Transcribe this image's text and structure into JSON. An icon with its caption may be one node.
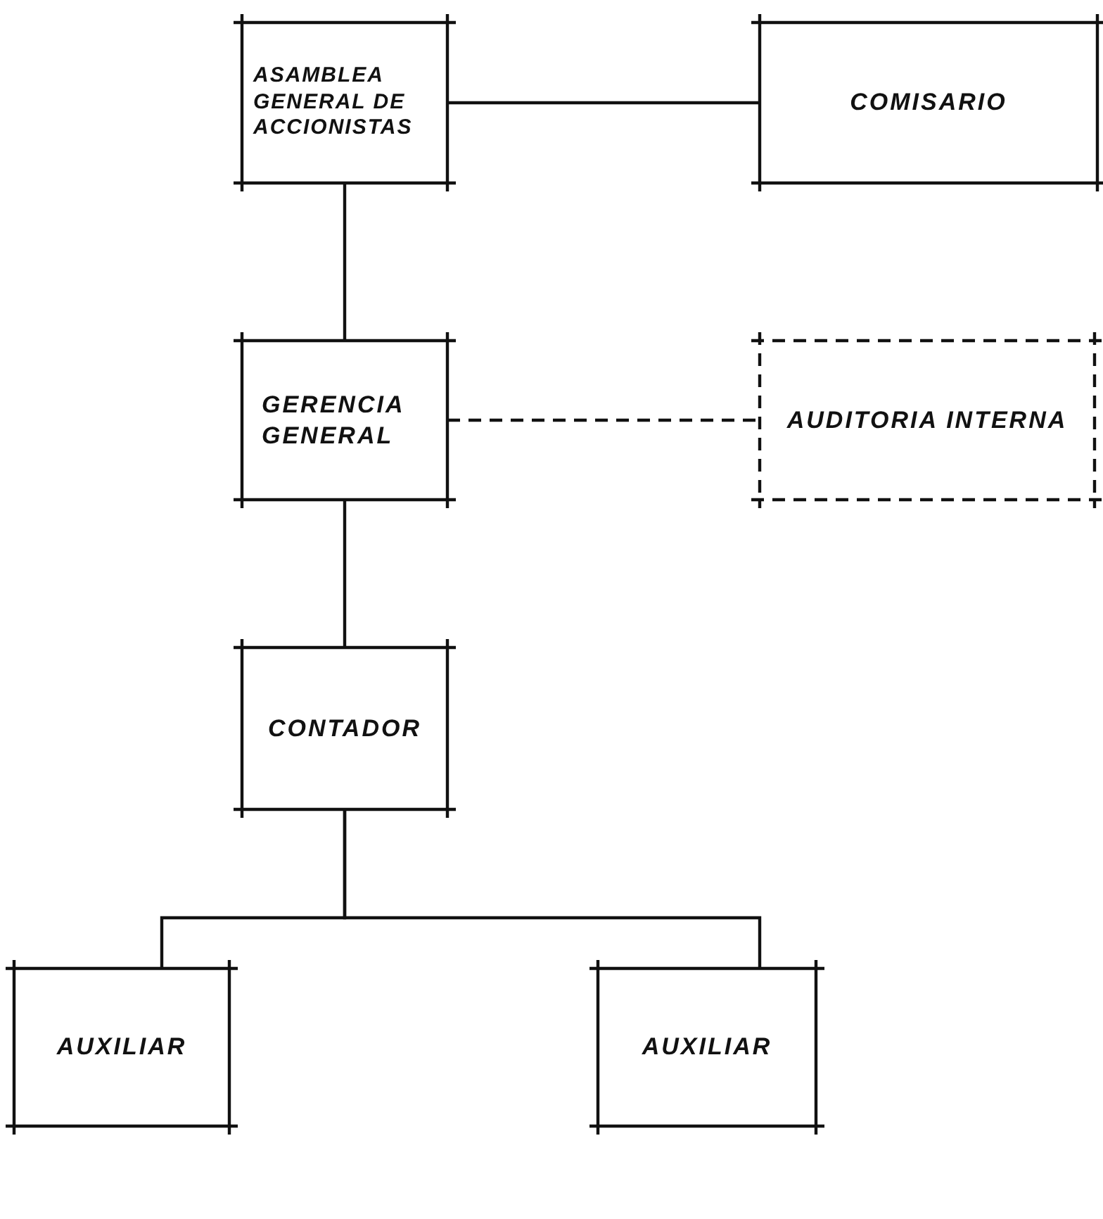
{
  "diagram": {
    "nodes": [
      {
        "text": [
          "ASAMBLEA GENERAL DE ACCIONISTAS"
        ]
      },
      {
        "text": [
          "COMISARIO"
        ]
      },
      {
        "text": [
          "GERENCIA GENERAL"
        ]
      },
      {
        "text": [
          "AUDITORIA INTERNA"
        ]
      },
      {
        "text": [
          "CONTADOR"
        ]
      },
      {
        "text": [
          "AUXILIAR"
        ]
      },
      {
        "text": [
          "AUXILIAR"
        ]
      }
    ],
    "edges": [
      {
        "from": 0,
        "to": 1,
        "arrow": "none"
      },
      {
        "from": 0,
        "to": 2,
        "arrow": "none"
      },
      {
        "from": 2,
        "to": 3,
        "arrow": "none",
        "style": "dashed"
      },
      {
        "from": 2,
        "to": 4,
        "arrow": "none"
      },
      {
        "from": 4,
        "to": 5,
        "arrow": "none"
      },
      {
        "from": 4,
        "to": 6,
        "arrow": "none"
      }
    ]
  }
}
